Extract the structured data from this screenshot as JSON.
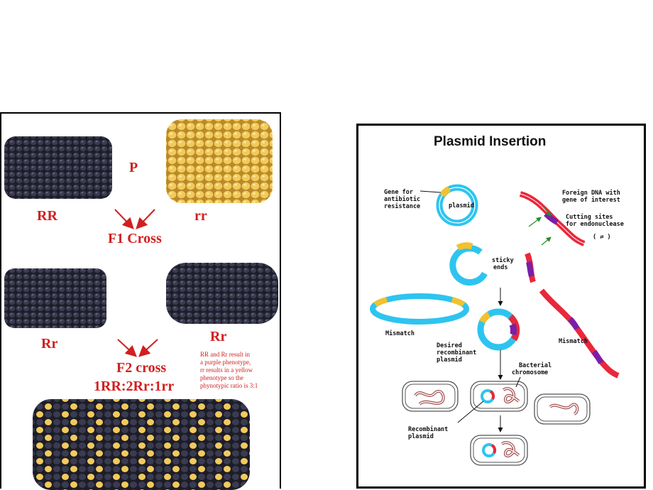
{
  "corn": {
    "p_label": "P",
    "rr_dom": "RR",
    "rr_rec": "rr",
    "f1_cross": "F1 Cross",
    "rr_het_left": "Rr",
    "rr_het_right": "Rr",
    "f2_cross": "F2 cross",
    "ratio": "1RR:2Rr:1rr",
    "note_lines": [
      "RR and Rr result in",
      "a purple phenotype,",
      "rr results in a yellow",
      "phenotype so the",
      "phynotypic ratio is 3:1"
    ],
    "colors": {
      "label": "#d21f1f",
      "purple_kernel": "#2a2a3a",
      "yellow_kernel": "#f0c85a"
    }
  },
  "plasmid": {
    "title": "Plasmid Insertion",
    "gene_label": [
      "Gene for",
      "antibiotic",
      "resistance"
    ],
    "plasmid_label": "plasmid",
    "foreign_dna": [
      "Foreign DNA with",
      "gene of interest"
    ],
    "cutting_sites": [
      "Cutting sites",
      "for endonuclease"
    ],
    "sticky_ends": [
      "sticky",
      "ends"
    ],
    "mismatch_left": "Mismatch",
    "mismatch_right": "Mismatch",
    "desired": [
      "Desired",
      "recombinant",
      "plasmid"
    ],
    "bacterial": [
      "Bacterial",
      "chromosome"
    ],
    "recombinant": [
      "Recombinant",
      "plasmid"
    ],
    "colors": {
      "plasmid": "#2ec4f0",
      "marker": "#f2c12e",
      "dna": "#e8283c",
      "insert": "#7a1fa8",
      "arrow": "#2a8c2a"
    }
  }
}
